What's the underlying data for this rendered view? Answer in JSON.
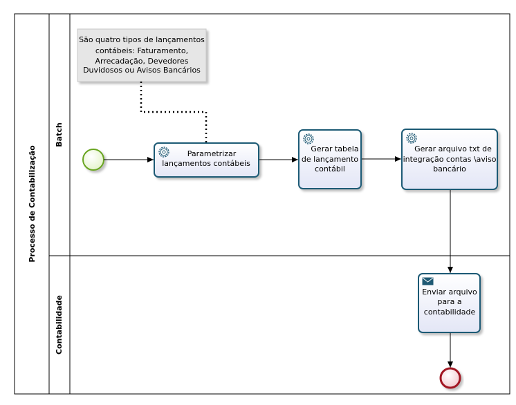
{
  "pool": {
    "label": "Processo de Contabilização"
  },
  "lanes": [
    {
      "id": "batch",
      "label": "Batch"
    },
    {
      "id": "contabilidade",
      "label": "Contabilidade"
    }
  ],
  "annotation": {
    "lines": [
      "São quatro tipos de lançamentos",
      "contábeis: Faturamento,",
      "Arrecadação, Devedores",
      "Duvidosos ou Avisos Bancários"
    ]
  },
  "tasks": [
    {
      "id": "parametrizar",
      "type": "service",
      "lines": [
        "Parametrizar",
        "lançamentos contábeis"
      ]
    },
    {
      "id": "gerar-tabela",
      "type": "service",
      "lines": [
        "Gerar tabela",
        "de lançamento",
        "contábil"
      ]
    },
    {
      "id": "gerar-arquivo",
      "type": "service",
      "lines": [
        "Gerar arquivo txt de",
        "integração contas \\aviso",
        "bancário"
      ]
    },
    {
      "id": "enviar-arquivo",
      "type": "send",
      "lines": [
        "Enviar arquivo",
        "para a",
        "contabilidade"
      ]
    }
  ],
  "events": [
    {
      "id": "start",
      "type": "start"
    },
    {
      "id": "end",
      "type": "end"
    }
  ],
  "colors": {
    "task_stroke": "#1f5a74",
    "task_fill": "#eef0fa",
    "start_stroke": "#6aa520",
    "start_fill": "#eef8dc",
    "end_stroke": "#a11924",
    "end_fill": "#f6dde0",
    "note_fill": "#e6e6e6",
    "note_stroke": "#c8c8c8"
  }
}
